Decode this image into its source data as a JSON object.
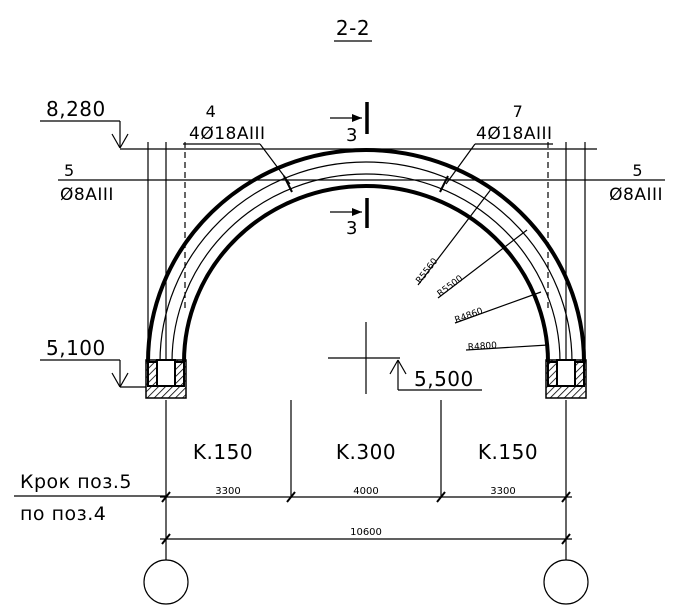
{
  "section": {
    "title": "2-2"
  },
  "elevations": {
    "top": "8,280",
    "bottom": "5,100",
    "center": "5,500"
  },
  "rebar": {
    "left_top_pos": "4",
    "left_top_spec": "4Ø18AIII",
    "right_top_pos": "7",
    "right_top_spec": "4Ø18AIII",
    "left_side_pos": "5",
    "left_side_spec": "Ø8AIII",
    "right_side_pos": "5",
    "right_side_spec": "Ø8AIII"
  },
  "cut_marks": {
    "upper": "3",
    "lower": "3"
  },
  "radii": [
    "R5560",
    "R5500",
    "R4860",
    "R4800"
  ],
  "spacing": {
    "left_label": "K.150",
    "middle_label": "K.300",
    "right_label": "K.150"
  },
  "notes": {
    "line1": "Крок поз.5",
    "line2": "по поз.4"
  },
  "dimensions": {
    "left": "3300",
    "middle": "4000",
    "right": "3300",
    "total": "10600"
  }
}
